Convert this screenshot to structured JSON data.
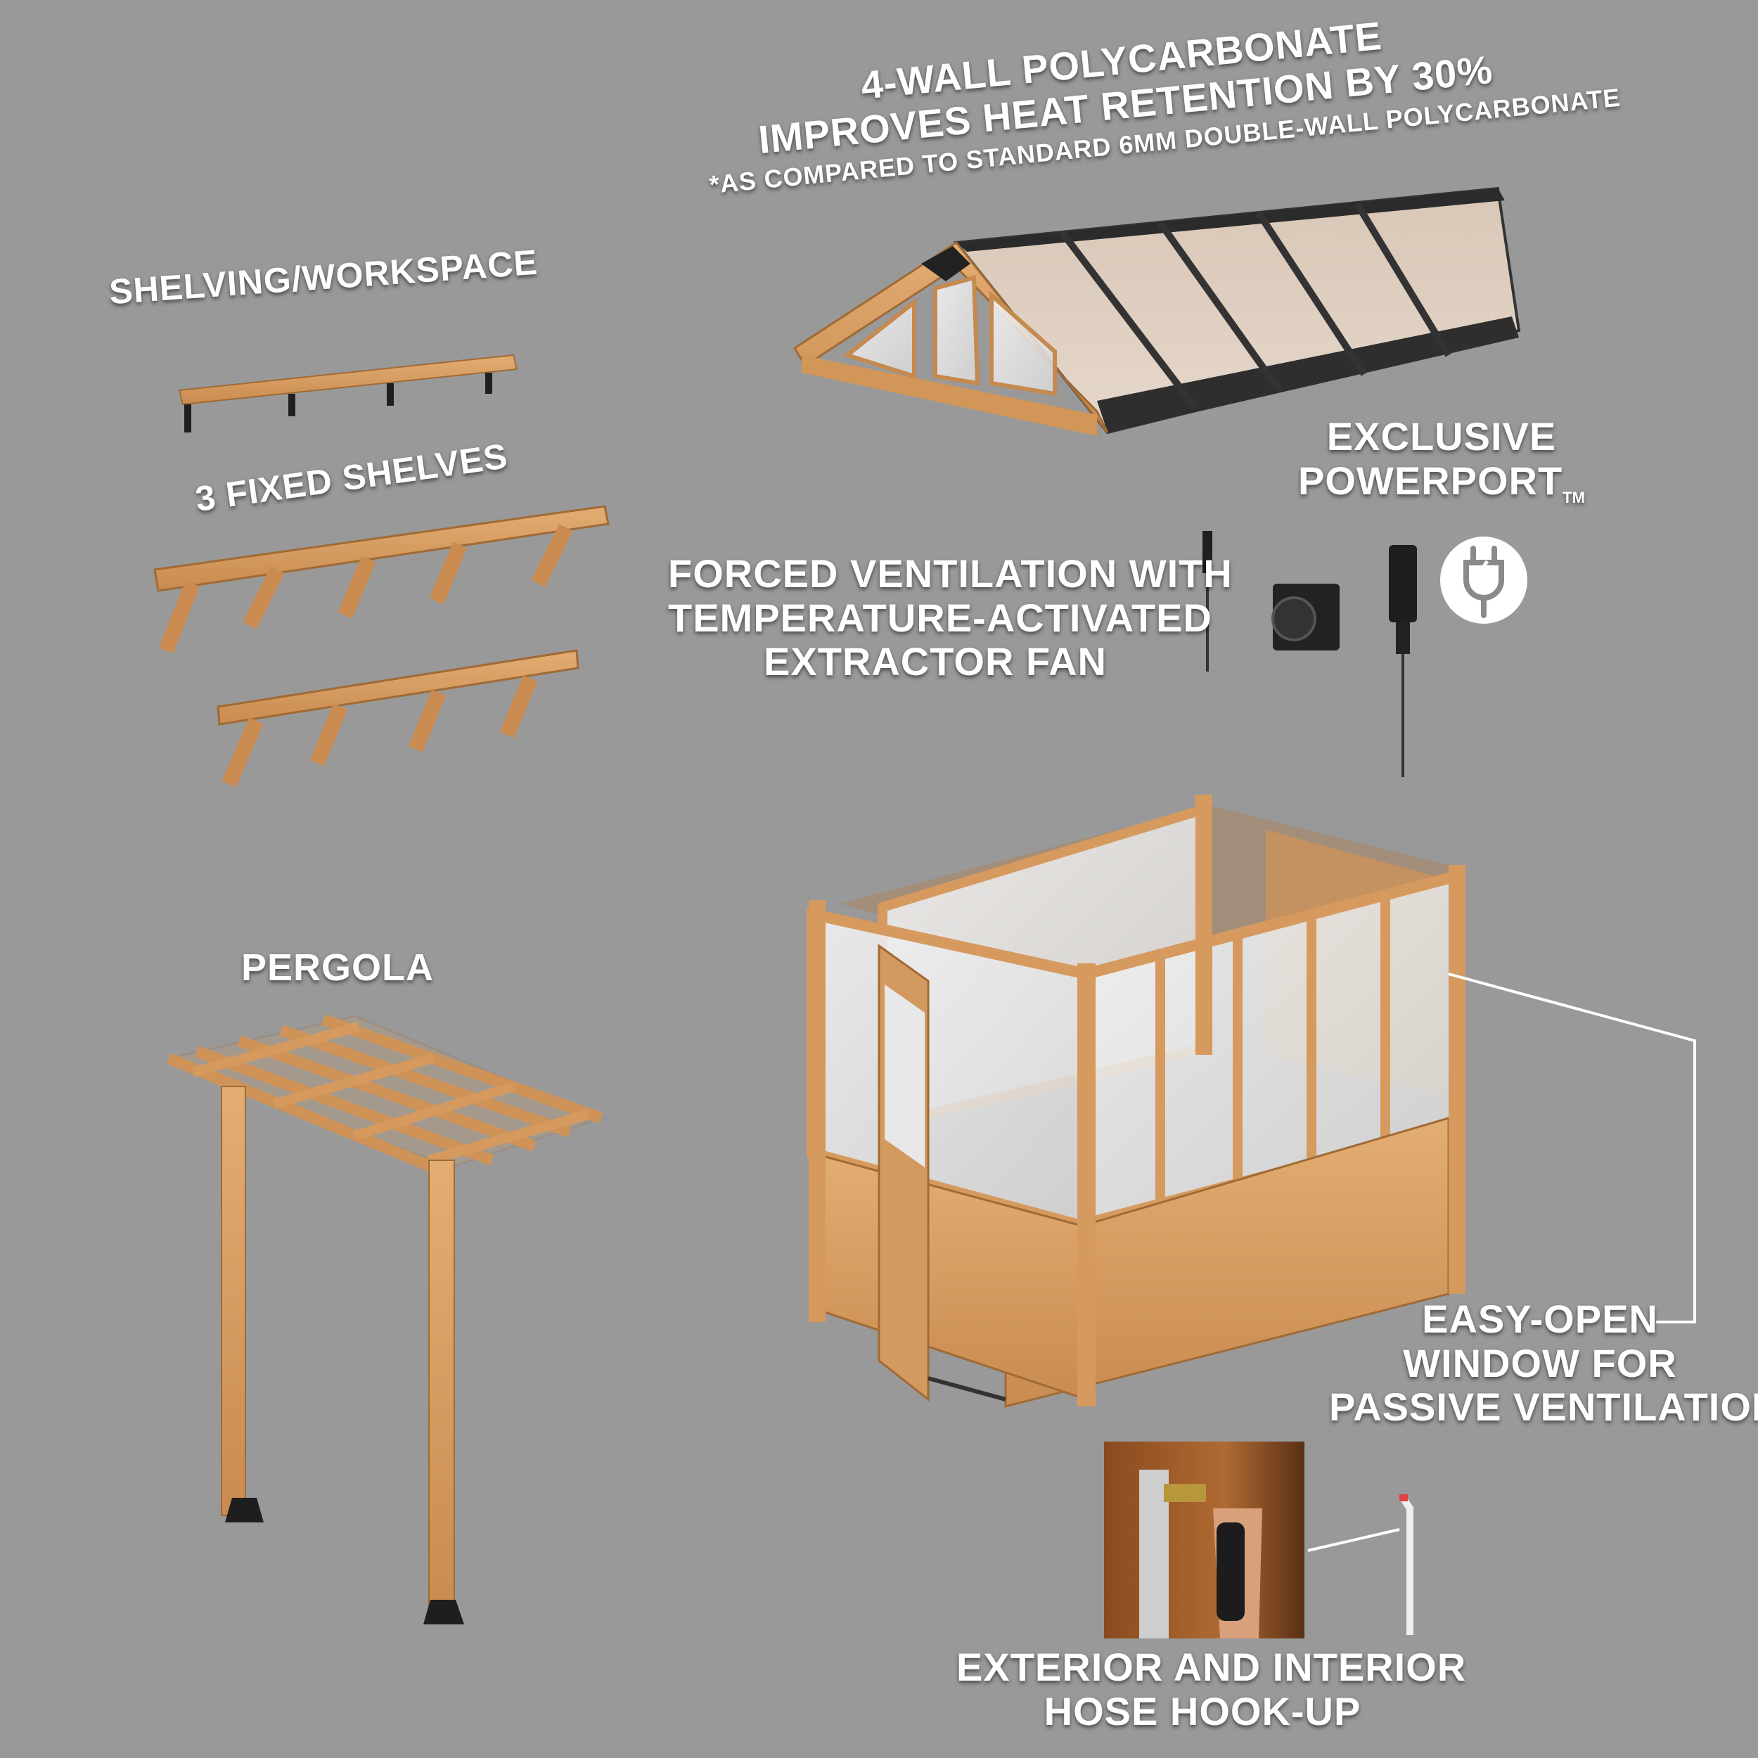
{
  "labels": {
    "roof": {
      "line1": "4-WALL POLYCARBONATE",
      "line2": "IMPROVES HEAT RETENTION BY 30%",
      "footnote": "*AS COMPARED TO STANDARD 6MM DOUBLE-WALL POLYCARBONATE"
    },
    "shelving": "SHELVING/WORKSPACE",
    "fixed_shelves": "3 FIXED SHELVES",
    "powerport": {
      "line1": "EXCLUSIVE",
      "line2": "POWERPORT",
      "tm": "TM"
    },
    "ventilation": {
      "line1": "FORCED VENTILATION WITH",
      "line2": "TEMPERATURE-ACTIVATED",
      "line3": "EXTRACTOR FAN"
    },
    "pergola": "PERGOLA",
    "window": {
      "line1": "EASY-OPEN",
      "line2": "WINDOW FOR",
      "line3": "PASSIVE VENTILATION"
    },
    "hose": {
      "line1": "EXTERIOR AND INTERIOR",
      "line2": "HOSE HOOK-UP"
    }
  },
  "colors": {
    "background": "#999999",
    "wood": "#d69a5e",
    "wood_dark": "#b57a42",
    "wood_light": "#e3ad72",
    "glass": "#e6e6e6",
    "metal": "#2b2b2b",
    "text": "#ffffff"
  },
  "icons": [
    "power-plug-icon"
  ]
}
